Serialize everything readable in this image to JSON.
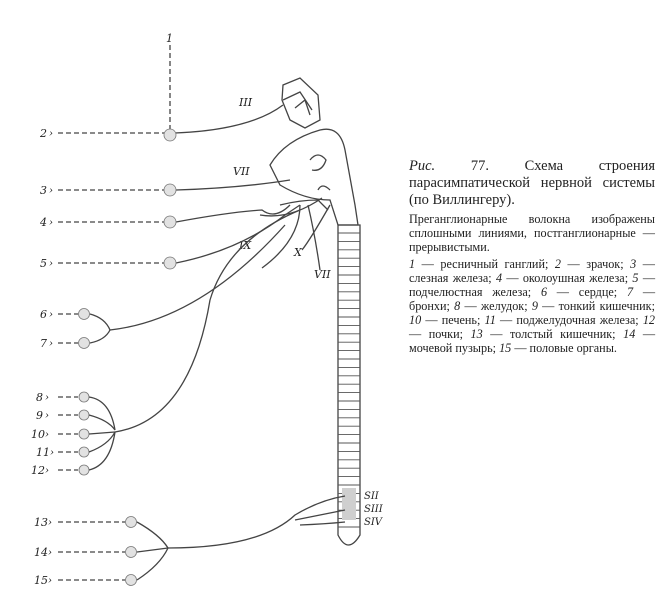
{
  "caption": {
    "title_prefix": "Рис.",
    "title_number": "77.",
    "title_text": "Схема строения парасимпатической нервной системы (по Виллингеру).",
    "subtitle": "Преганглионарные волокна изображены сплошными линиями, постганглионарные — прерывистыми.",
    "legend": [
      {
        "num": "1",
        "text": "ресничный ганглий"
      },
      {
        "num": "2",
        "text": "зрачок"
      },
      {
        "num": "3",
        "text": "слезная железа"
      },
      {
        "num": "4",
        "text": "околоушная железа"
      },
      {
        "num": "5",
        "text": "подчелюстная железа"
      },
      {
        "num": "6",
        "text": "сердце"
      },
      {
        "num": "7",
        "text": "бронхи"
      },
      {
        "num": "8",
        "text": "желудок"
      },
      {
        "num": "9",
        "text": "тонкий кишечник"
      },
      {
        "num": "10",
        "text": "печень"
      },
      {
        "num": "11",
        "text": "поджелудочная железа"
      },
      {
        "num": "12",
        "text": "почки"
      },
      {
        "num": "13",
        "text": "толстый кишечник"
      },
      {
        "num": "14",
        "text": "мочевой пузырь"
      },
      {
        "num": "15",
        "text": "половые органы"
      }
    ]
  },
  "diagram": {
    "organ_labels": [
      "1",
      "2",
      "3",
      "4",
      "5",
      "6",
      "7",
      "8",
      "9",
      "10",
      "11",
      "12",
      "13",
      "14",
      "15"
    ],
    "nerve_labels": {
      "III": "III",
      "VII_top": "VII",
      "IX": "IX",
      "X": "X",
      "VII_bottom": "VII"
    },
    "sacral_labels": [
      "SII",
      "SIII",
      "SIV"
    ]
  }
}
